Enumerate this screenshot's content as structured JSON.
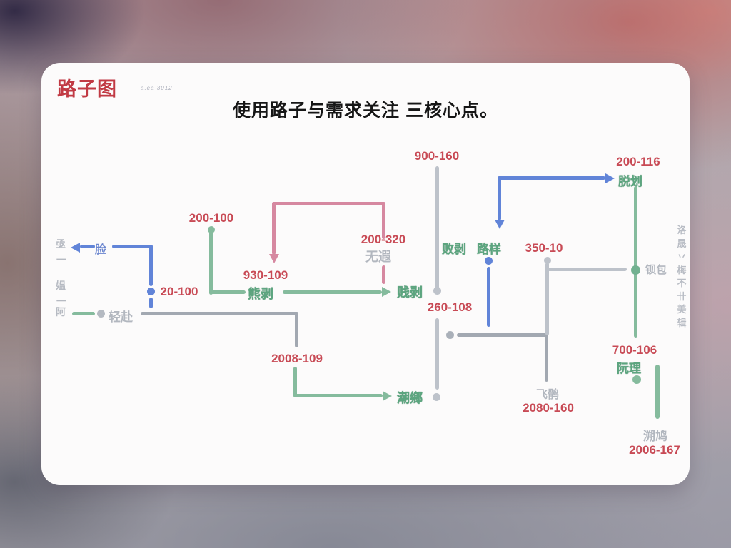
{
  "page": {
    "title": "路子图",
    "title_note": "a.ea 3012",
    "heading": "使用路子与需求关注 三核心点。"
  },
  "colors": {
    "title_red": "#c13a44",
    "label_red": "#c84a55",
    "line_blue": "#6184d8",
    "line_green": "#85bb9d",
    "line_pink": "#d688a0",
    "line_gray": "#bdc2ca",
    "text_green": "#5ca57f",
    "text_gray": "#b2b7bf",
    "card_bg": "#fcfbfb"
  },
  "labels": {
    "lian": "脸",
    "qingfu": "轻赴",
    "n20_100": "20-100",
    "n200_100": "200-100",
    "n930_109": "930-109",
    "xiongbo": "熊剥",
    "n200_320": "200-320",
    "wuxia": "无遐",
    "jianbo": "贱剥",
    "n2008_109": "2008-109",
    "chaoxiang": "潮鄉",
    "n900_160": "900-160",
    "n260_108": "260-108",
    "baibo": "败剥",
    "luyang": "路样",
    "n350_10": "350-10",
    "n200_116": "200-116",
    "tuohua": "脱划",
    "beibao": "钡包",
    "n700_106": "700-106",
    "ruanli": "阮理",
    "n2080_160": "2080-160",
    "feihu": "飞鹘",
    "sujiu": "溯鸠",
    "n2006_167": "2006-167"
  },
  "columns": {
    "left": [
      "亟",
      "一",
      "媪",
      "一",
      "阿"
    ],
    "right": [
      "洛",
      "晟",
      "丷",
      "梅",
      "不",
      "卄",
      "美",
      "辑"
    ]
  }
}
